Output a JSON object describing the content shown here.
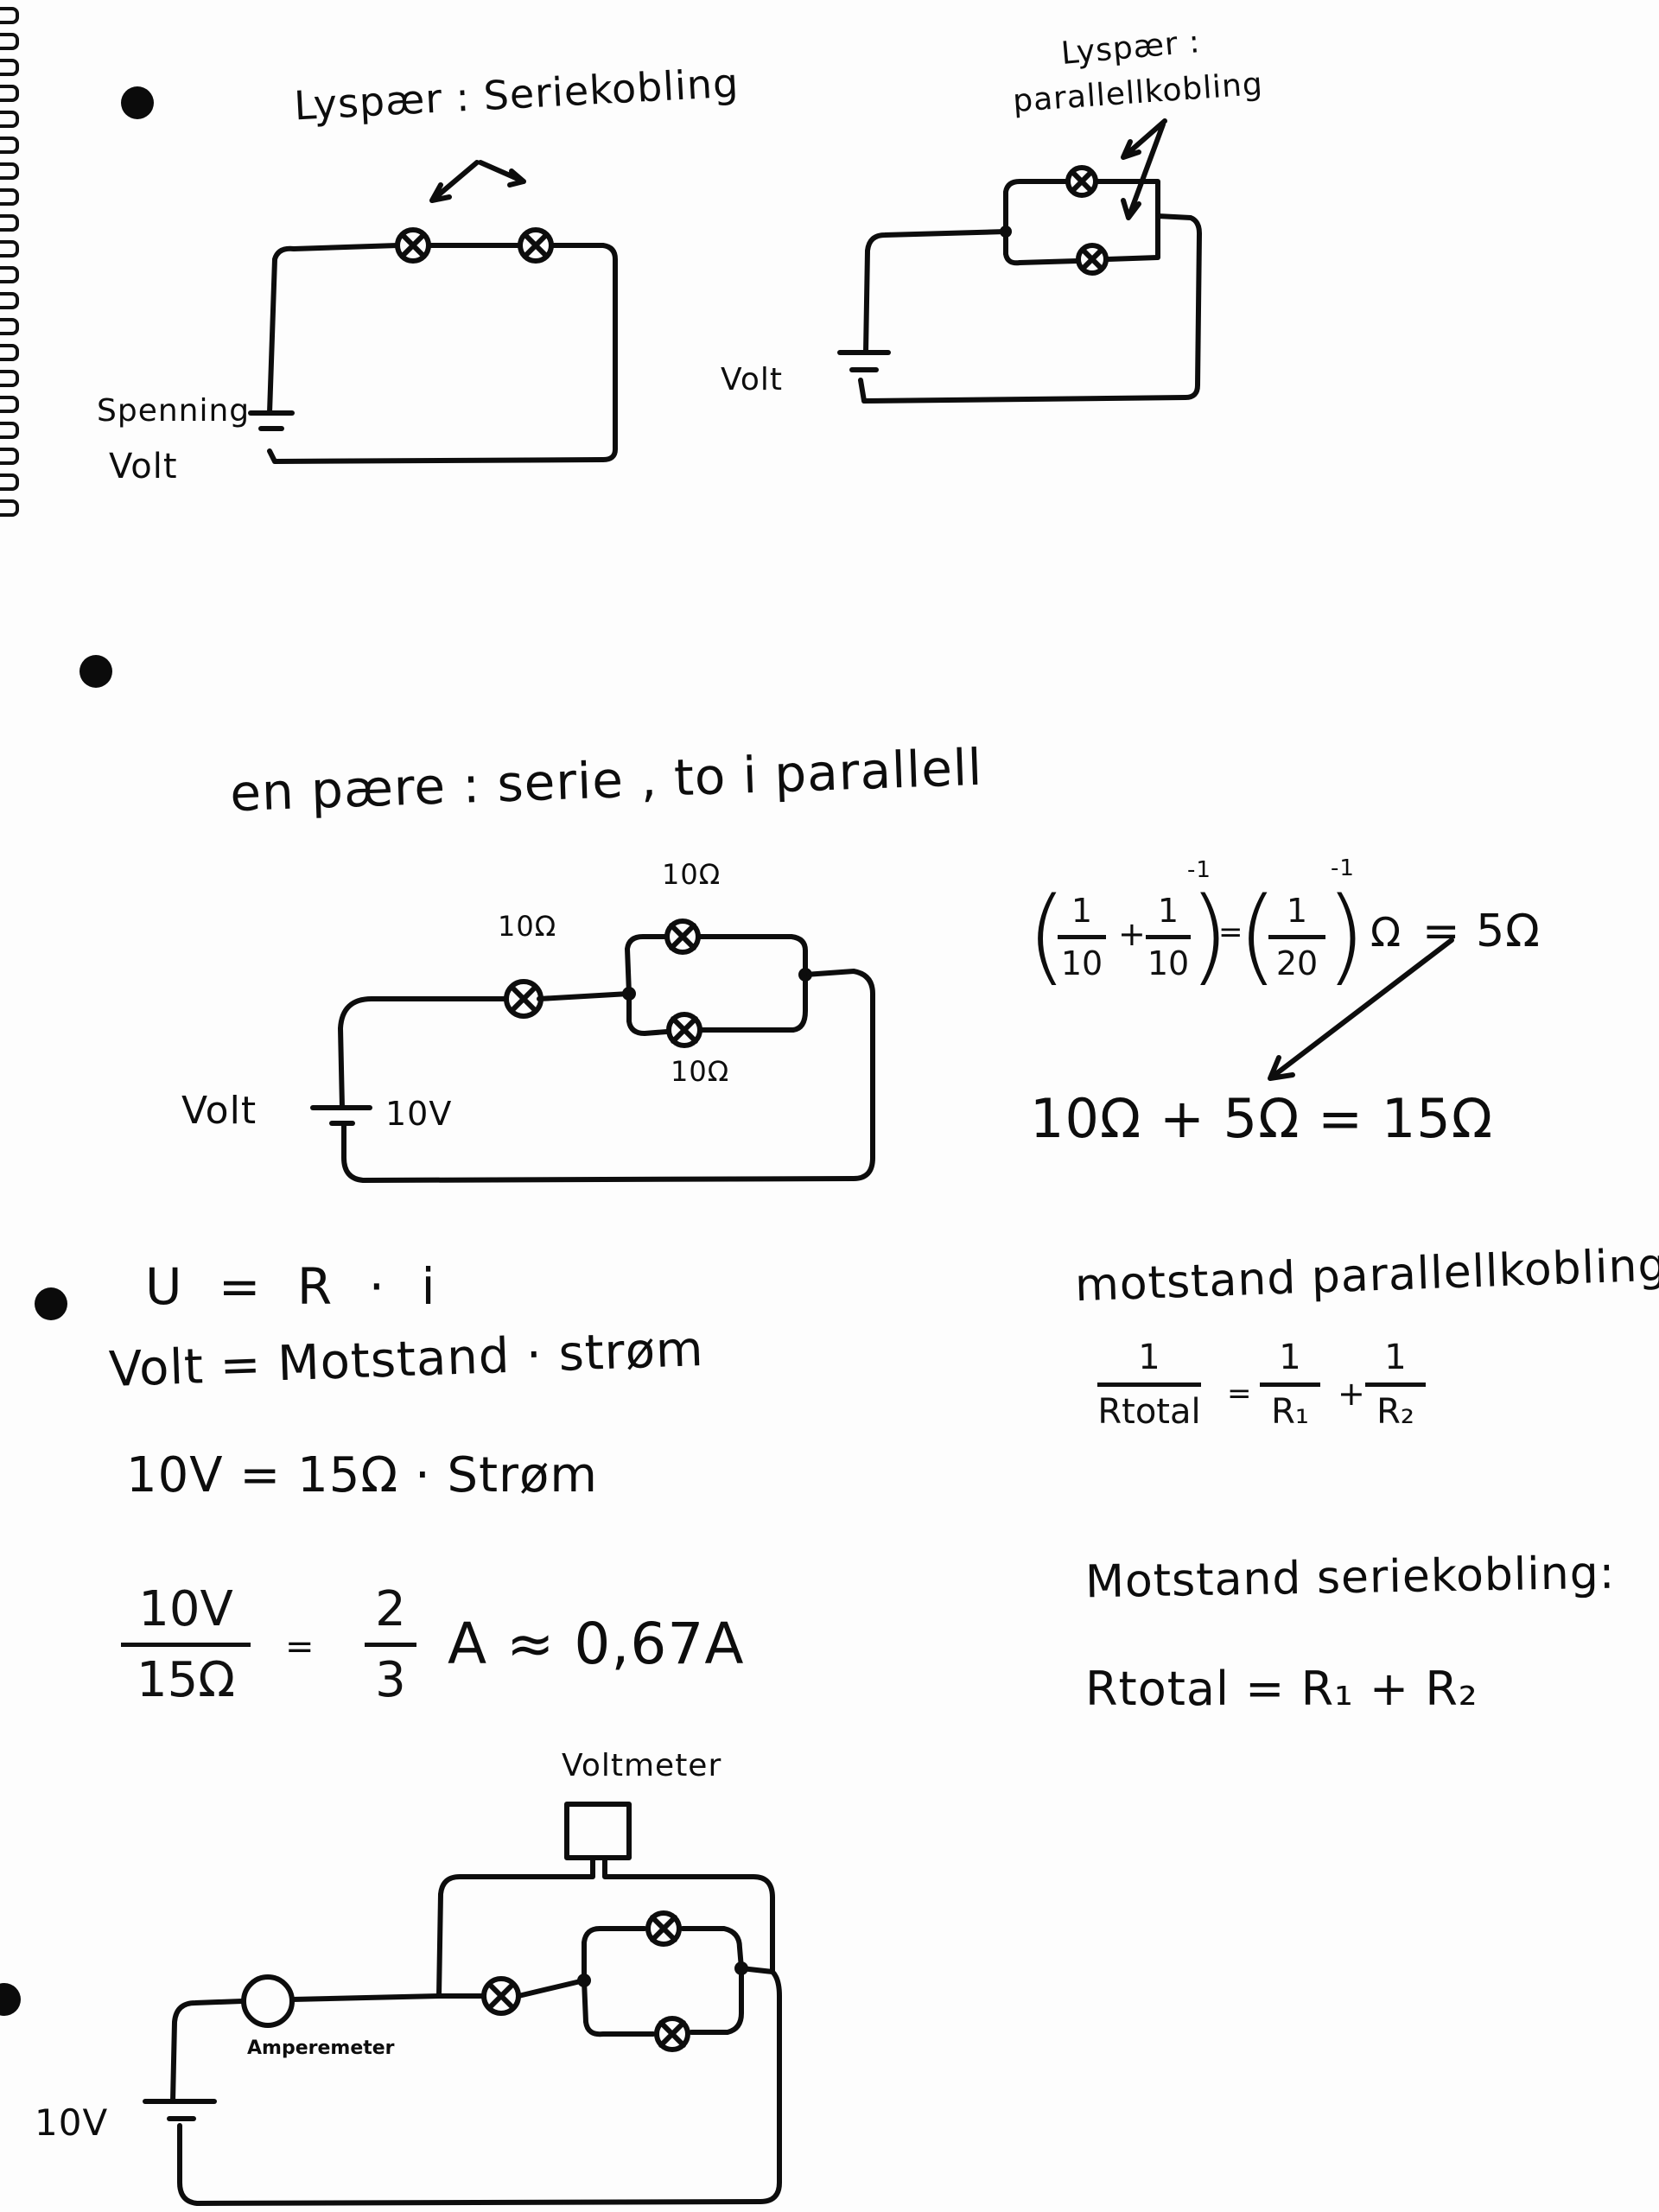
{
  "section1": {
    "series_label": "Lyspær : Seriekobling",
    "parallel_label_1": "Lyspær :",
    "parallel_label_2": "parallellkobling",
    "series_voltage_label_1": "Spenning",
    "series_voltage_label_2": "Volt",
    "parallel_voltage_label": "Volt"
  },
  "section2": {
    "heading": "en pære : serie , to i parallell",
    "r_series": "10Ω",
    "r_parallel_top": "10Ω",
    "r_parallel_bottom": "10Ω",
    "voltage_label": "Volt",
    "voltage_value": "10V",
    "calc_line_1": {
      "f1_num": "1",
      "f1_den": "10",
      "plus": "+",
      "f2_num": "1",
      "f2_den": "10",
      "equals": "=",
      "f3_num": "1",
      "f3_den": "20",
      "exp1": "-1",
      "exp2": "-1",
      "unit": "Ω",
      "result": "= 5Ω"
    },
    "calc_line_2": "10Ω + 5Ω = 15Ω"
  },
  "section3": {
    "ohms_law": "U = R · i",
    "ohms_law_words": "Volt = Motstand · strøm",
    "substitution": "10V = 15Ω · Strøm",
    "frac_num": "10V",
    "frac_den": "15Ω",
    "equals": "=",
    "result_num": "2",
    "result_den": "3",
    "result_tail": "A ≈ 0,67A"
  },
  "section4": {
    "parallel_title": "motstand parallellkobling:",
    "parallel_formula": {
      "lhs_num": "1",
      "lhs_den": "Rtotal",
      "eq": "=",
      "a_num": "1",
      "a_den": "R₁",
      "plus": "+",
      "b_num": "1",
      "b_den": "R₂"
    },
    "series_title": "Motstand seriekobling:",
    "series_formula": "Rtotal = R₁ + R₂"
  },
  "section5": {
    "voltmeter_label": "Voltmeter",
    "ammeter_label": "Amperemeter",
    "voltage_label": "10V"
  },
  "colors": {
    "ink": "#0d0d0d",
    "paper": "#fdfdfd"
  }
}
